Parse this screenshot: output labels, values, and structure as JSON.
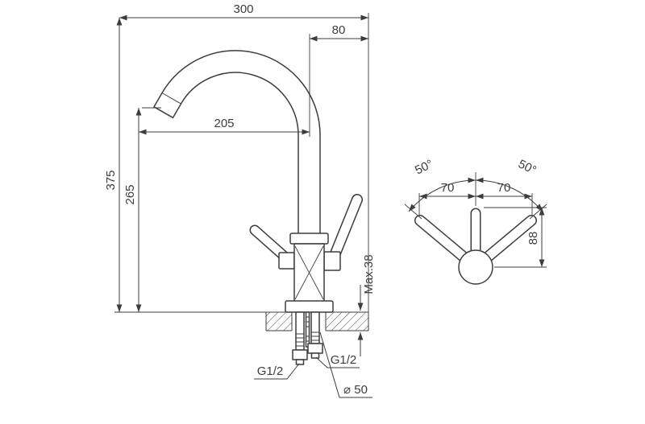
{
  "front_view": {
    "dims": {
      "overall_width": "300",
      "spout_to_edge": "80",
      "spout_reach": "205",
      "overall_height": "375",
      "spout_height": "265",
      "deck_max": "Max.38",
      "thread_left": "G1/2",
      "thread_right": "G1/2",
      "hole_diameter": "⌀ 50"
    }
  },
  "top_view": {
    "dims": {
      "handle_angle_left": "50°",
      "handle_angle_right": "50°",
      "handle_offset_left": "70",
      "handle_offset_right": "70",
      "spout_depth": "88"
    }
  },
  "colors": {
    "line": "#3d3d3d",
    "background": "#ffffff"
  }
}
